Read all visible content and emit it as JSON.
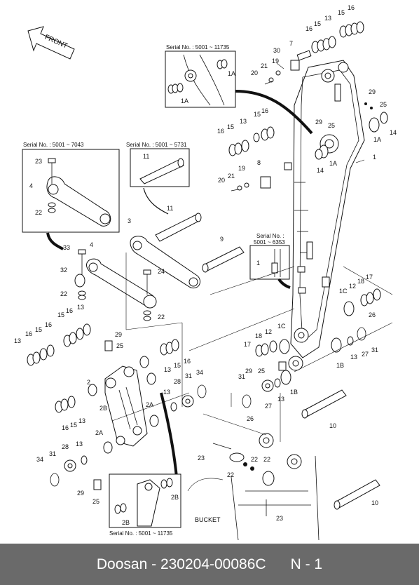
{
  "front_label": "FRONT",
  "bucket_label": "BUCKET",
  "callouts": {
    "serial_a": "Serial No. : 5001 ~ 11735",
    "serial_b": "Serial No. : 5001 ~ 7043",
    "serial_c": "Serial No. : 5001 ~ 5731",
    "serial_d_line1": "Serial No. :",
    "serial_d_line2": "5001 ~ 6353",
    "serial_e": "Serial No. : 5001 ~ 11735"
  },
  "part_numbers": {
    "n1": "1",
    "n1A": "1A",
    "n1B": "1B",
    "n1C": "1C",
    "n2": "2",
    "n2A": "2A",
    "n2B": "2B",
    "n3": "3",
    "n4": "4",
    "n7": "7",
    "n8": "8",
    "n9": "9",
    "n10": "10",
    "n11": "11",
    "n12": "12",
    "n13": "13",
    "n14": "14",
    "n15": "15",
    "n16": "16",
    "n17": "17",
    "n18": "18",
    "n19": "19",
    "n20": "20",
    "n21": "21",
    "n22": "22",
    "n23": "23",
    "n24": "24",
    "n25": "25",
    "n26": "26",
    "n27": "27",
    "n28": "28",
    "n29": "29",
    "n30": "30",
    "n31": "31",
    "n32": "32",
    "n33": "33",
    "n34": "34"
  },
  "footer": {
    "brand": "Doosan",
    "separator": " - ",
    "part_number": "230204-00086C",
    "page_label": "N - 1"
  }
}
